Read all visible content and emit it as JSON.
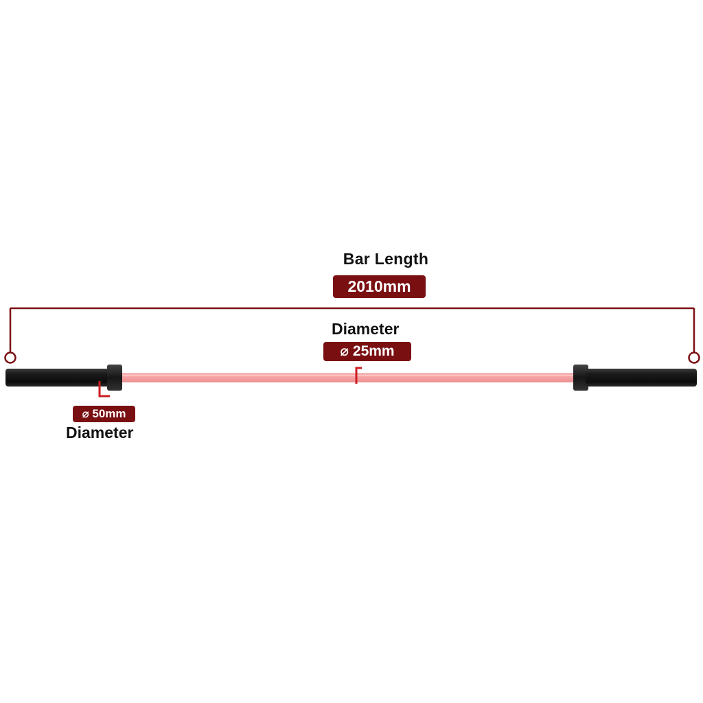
{
  "colors": {
    "accent": "#7a0f12",
    "marker_red": "#cc1d22",
    "shaft_pink": "#f7a6a6",
    "sleeve_black": "#1c1c1c",
    "background": "#ffffff"
  },
  "bar_length": {
    "title": "Bar Length",
    "value": "2010mm"
  },
  "shaft_diameter": {
    "title": "Diameter",
    "value": "⌀ 25mm"
  },
  "sleeve_diameter": {
    "title": "Diameter",
    "value": "⌀ 50mm"
  }
}
